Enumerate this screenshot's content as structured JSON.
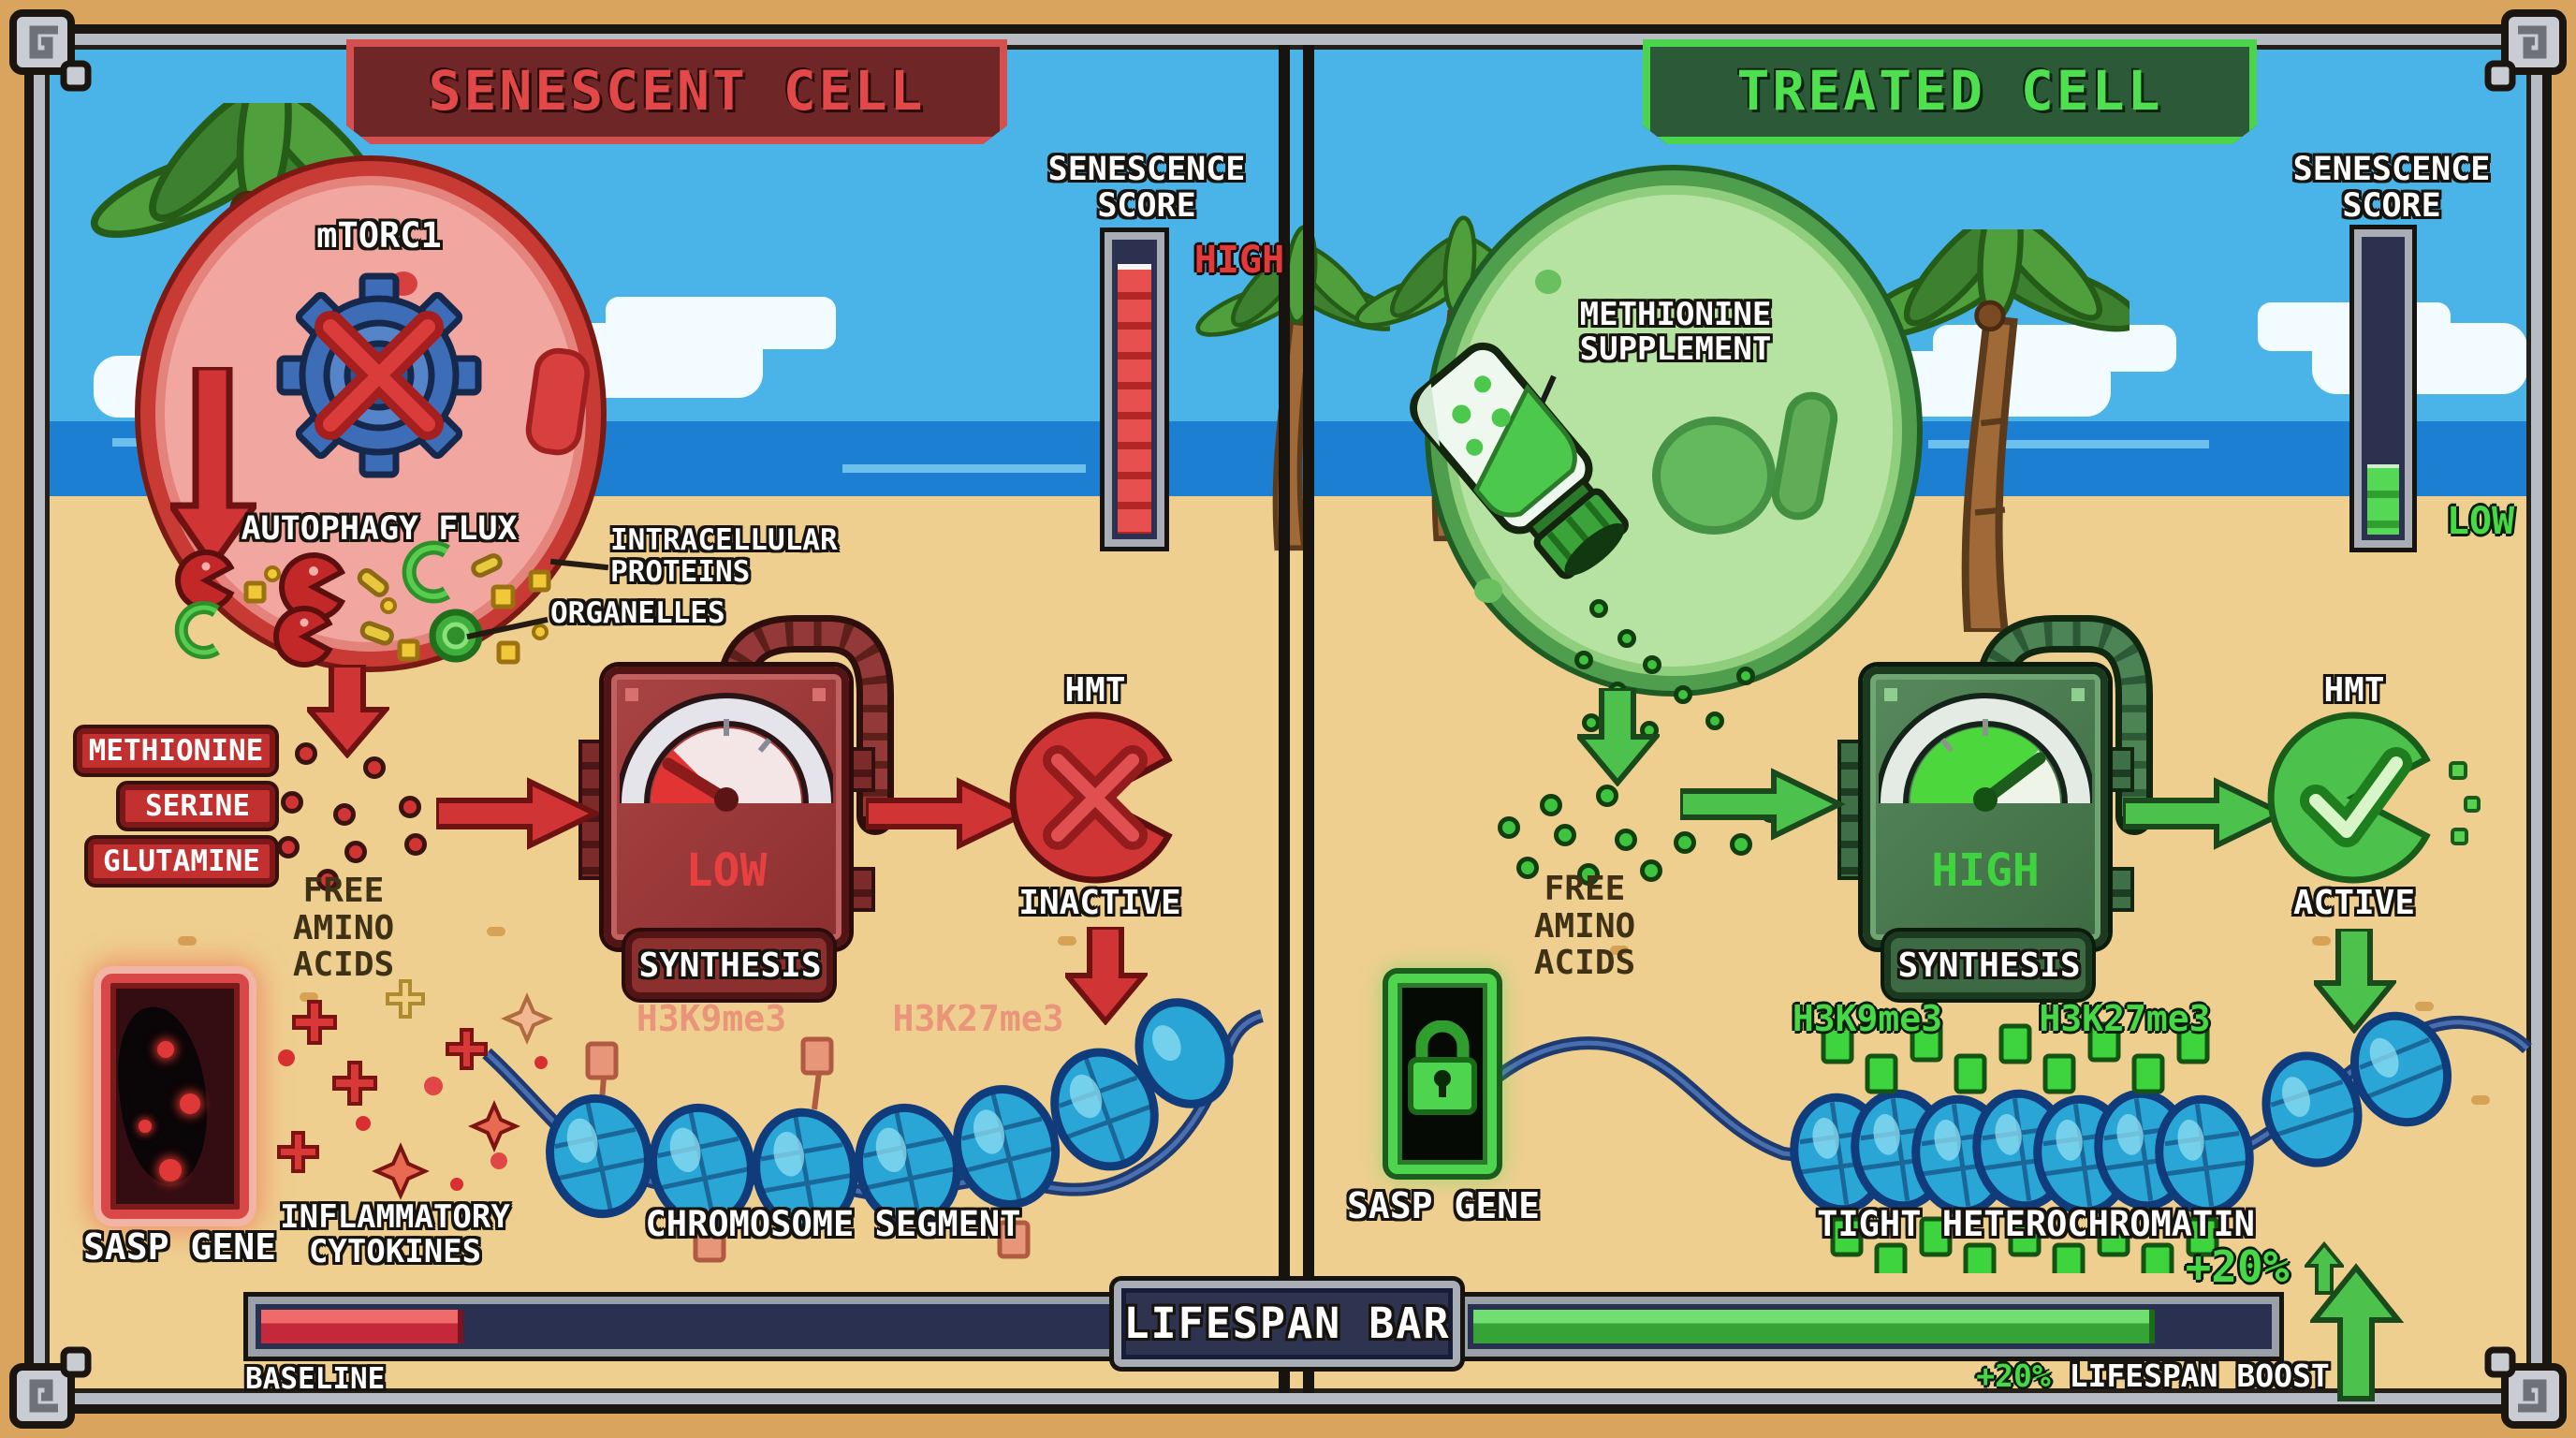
{
  "header": {
    "left_title": "SENESCENT CELL",
    "right_title": "TREATED CELL"
  },
  "score": {
    "label_line1": "SENESCENCE",
    "label_line2": "SCORE",
    "left_level": "HIGH",
    "right_level": "LOW",
    "left_fill_percent": 88,
    "right_fill_percent": 22
  },
  "left": {
    "cell": {
      "mtorc1": "mTORC1",
      "autophagy": "AUTOPHAGY FLUX",
      "intracellular": "INTRACELLULAR PROTEINS",
      "organelles": "ORGANELLES"
    },
    "amino_boxes": [
      "METHIONINE",
      "SERINE",
      "GLUTAMINE"
    ],
    "free_amino_line1": "FREE AMINO",
    "free_amino_line2": "ACIDS",
    "machine": {
      "display": "LOW",
      "label": "SYNTHESIS"
    },
    "hmt": {
      "name": "HMT",
      "status": "INACTIVE"
    },
    "chromosome": {
      "mark1": "H3K9me3",
      "mark2": "H3K27me3",
      "caption": "CHROMOSOME SEGMENT"
    },
    "sasp": {
      "label": "SASP GENE",
      "cytokines_line1": "INFLAMMATORY",
      "cytokines_line2": "CYTOKINES"
    },
    "lifespan_label": "BASELINE"
  },
  "right": {
    "cell": {
      "supplement_line1": "METHIONINE",
      "supplement_line2": "SUPPLEMENT"
    },
    "free_amino_line1": "FREE AMINO",
    "free_amino_line2": "ACIDS",
    "machine": {
      "display": "HIGH",
      "label": "SYNTHESIS"
    },
    "hmt": {
      "name": "HMT",
      "status": "ACTIVE"
    },
    "chromosome": {
      "mark1": "H3K9me3",
      "mark2": "H3K27me3",
      "caption": "TIGHT HETEROCHROMATIN"
    },
    "sasp": {
      "label": "SASP GENE"
    },
    "boost_badge": "+20%",
    "boost_caption_pct": "+20%",
    "boost_caption_text": "LIFESPAN BOOST"
  },
  "lifespan": {
    "label": "LIFESPAN BAR",
    "left_fill_percent": 19,
    "right_fill_percent": 84
  },
  "colors": {
    "red_accent": "#d23535",
    "green_accent": "#4ccb4c",
    "navy": "#2c3150",
    "sky": "#4ab3e8",
    "ocean": "#1d7fd2",
    "sand": "#eecf90"
  }
}
